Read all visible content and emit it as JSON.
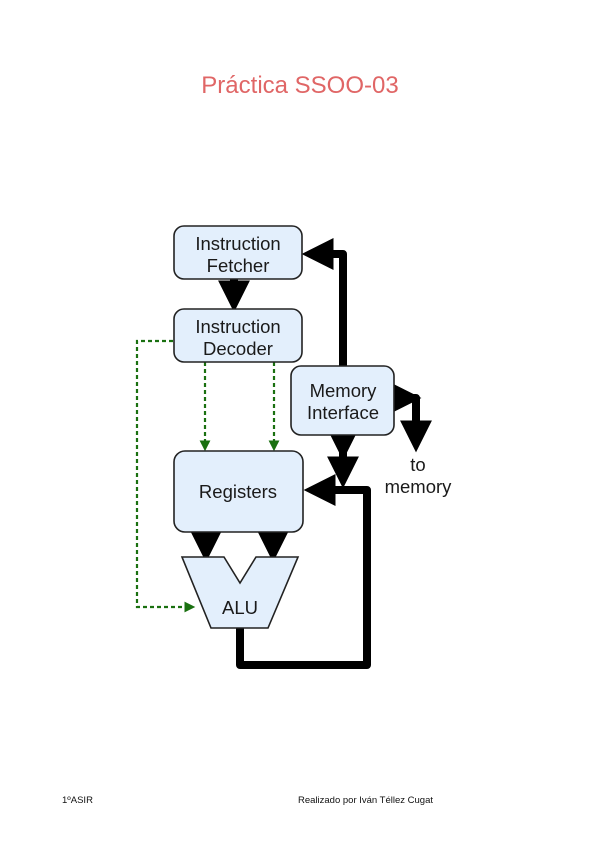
{
  "document": {
    "title": "Práctica SSOO-03",
    "title_color": "#e06666"
  },
  "diagram": {
    "nodes": {
      "instruction_fetcher": [
        "Instruction",
        "Fetcher"
      ],
      "instruction_decoder": [
        "Instruction",
        "Decoder"
      ],
      "memory_interface": [
        "Memory",
        "Interface"
      ],
      "registers": "Registers",
      "alu": "ALU"
    },
    "external_label": [
      "to",
      "memory"
    ],
    "colors": {
      "box_fill": "#e3effc",
      "control_line": "#1a7010",
      "data_line": "#000000"
    }
  },
  "footer": {
    "left": "1ºASIR",
    "right": "Realizado por Iván Téllez Cugat"
  }
}
